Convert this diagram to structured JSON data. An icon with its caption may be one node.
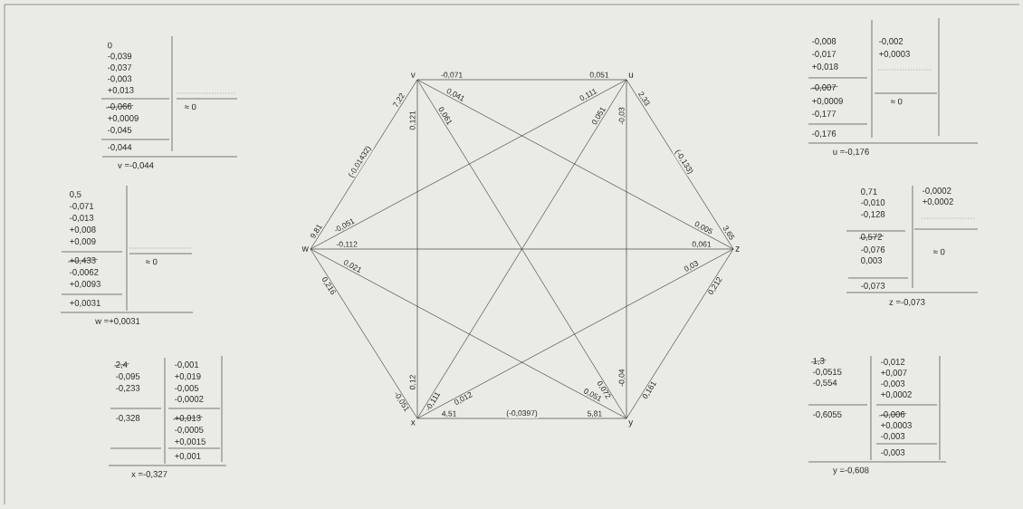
{
  "diagram": {
    "nodes": [
      {
        "text": [
          "v"
        ]
      },
      {
        "text": [
          "u"
        ]
      },
      {
        "text": [
          "w"
        ]
      },
      {
        "text": [
          "z"
        ]
      },
      {
        "text": [
          "x"
        ]
      },
      {
        "text": [
          "y"
        ]
      }
    ],
    "edges": [
      {
        "from": 0,
        "to": 1,
        "arrow": "none"
      },
      {
        "from": 0,
        "to": 2,
        "arrow": "none",
        "label": "(-0,01432)"
      },
      {
        "from": 0,
        "to": 4,
        "arrow": "none"
      },
      {
        "from": 0,
        "to": 5,
        "arrow": "none"
      },
      {
        "from": 0,
        "to": 3,
        "arrow": "none"
      },
      {
        "from": 1,
        "to": 2,
        "arrow": "none"
      },
      {
        "from": 1,
        "to": 4,
        "arrow": "none"
      },
      {
        "from": 1,
        "to": 5,
        "arrow": "none"
      },
      {
        "from": 1,
        "to": 3,
        "arrow": "none",
        "label": "(-0,133)"
      },
      {
        "from": 2,
        "to": 3,
        "arrow": "none"
      },
      {
        "from": 2,
        "to": 5,
        "arrow": "none"
      },
      {
        "from": 2,
        "to": 4,
        "arrow": "none"
      },
      {
        "from": 3,
        "to": 4,
        "arrow": "none"
      },
      {
        "from": 3,
        "to": 5,
        "arrow": "none"
      },
      {
        "from": 4,
        "to": 5,
        "arrow": "none",
        "label": "(-0,0397)"
      }
    ],
    "labels": [
      "0",
      "-0,039",
      "-0,037",
      "-0,003",
      "+0,013",
      "-0,066",
      "+0,0009",
      "-0,045",
      "-0,044",
      "≈ 0",
      "v =-0,044",
      "-0,008",
      "-0,017",
      "+0,018",
      "-0,007",
      "+0,0009",
      "-0,177",
      "-0,176",
      "-0,002",
      "+0,0003",
      "≈ 0",
      "u =-0,176",
      "0,5",
      "-0,071",
      "-0,013",
      "+0,008",
      "+0,009",
      "+0,433",
      "-0,0062",
      "+0,0093",
      "+0,0031",
      "≈ 0",
      "w =+0,0031",
      "0,71",
      "-0,010",
      "-0,128",
      "0,572",
      "-0,076",
      "0,003",
      "-0,073",
      "-0,0002",
      "+0,0002",
      "≈ 0",
      "z =-0,073",
      "2,4",
      "-0,095",
      "-0,233",
      "-0,328",
      "-0,001",
      "+0,019",
      "-0,005",
      "-0,0002",
      "+0,013",
      "-0,0005",
      "+0,0015",
      "+0,001",
      "x =-0,327",
      "1,3",
      "-0,0515",
      "-0,554",
      "-0,6055",
      "-0,012",
      "+0,007",
      "-0,003",
      "+0,0002",
      "-0,006",
      "+0,0003",
      "-0,003",
      "-0,003",
      "y =-0,608",
      "-0,071",
      "0,051",
      "7,22",
      "9,81",
      "0,121",
      "0,12",
      "0,061",
      "0,072",
      "0,041",
      "0,005",
      "0,111",
      "-0,051",
      "0,051",
      "-0,111",
      "-0,03",
      "-0,04",
      "2,33",
      "3,65",
      "-0,112",
      "0,061",
      "0,021",
      "0,051",
      "0,216",
      "-0,051",
      "0,03",
      "0,012",
      "0,212",
      "0,161",
      "4,51",
      "5,81"
    ]
  }
}
